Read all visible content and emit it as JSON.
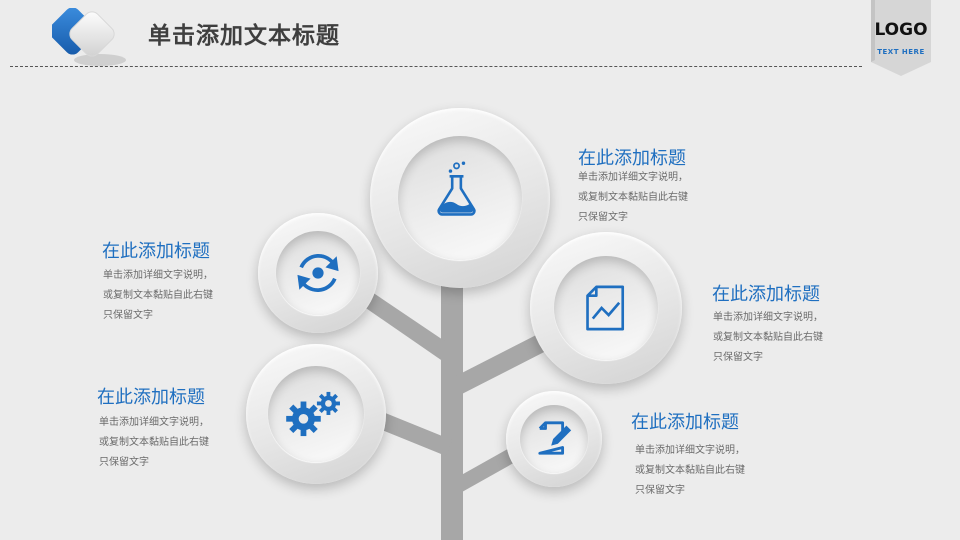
{
  "header": {
    "title": "单击添加文本标题",
    "accent_color": "#1f6fc0"
  },
  "logo": {
    "text": "LOGO",
    "subtext": "TEXT HERE"
  },
  "items": [
    {
      "icon": "flask-icon",
      "title": "在此添加标题",
      "desc": [
        "单击添加详细文字说明，",
        "或复制文本黏贴自此右键",
        "只保留文字"
      ]
    },
    {
      "icon": "refresh-icon",
      "title": "在此添加标题",
      "desc": [
        "单击添加详细文字说明，",
        "或复制文本黏贴自此右键",
        "只保留文字"
      ]
    },
    {
      "icon": "chart-document-icon",
      "title": "在此添加标题",
      "desc": [
        "单击添加详细文字说明，",
        "或复制文本黏贴自此右键",
        "只保留文字"
      ]
    },
    {
      "icon": "gears-icon",
      "title": "在此添加标题",
      "desc": [
        "单击添加详细文字说明，",
        "或复制文本黏贴自此右键",
        "只保留文字"
      ]
    },
    {
      "icon": "edit-document-icon",
      "title": "在此添加标题",
      "desc": [
        "单击添加详细文字说明，",
        "或复制文本黏贴自此右键",
        "只保留文字"
      ]
    }
  ]
}
